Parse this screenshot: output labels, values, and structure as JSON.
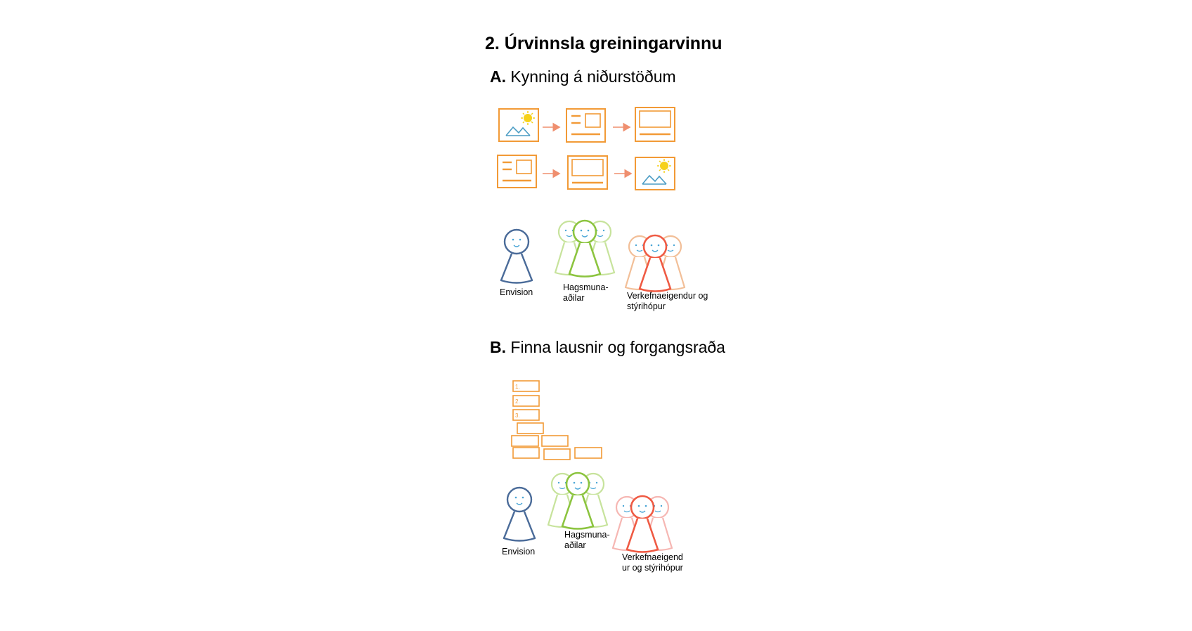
{
  "title": "2. Úrvinnsla greiningarvinnu",
  "section_a": {
    "letter": "A.",
    "text": "Kynning á niðurstöðum"
  },
  "section_b": {
    "letter": "B.",
    "text": "Finna lausnir og forgangsraða"
  },
  "people_a": {
    "envision": "Envision",
    "stakeholders": [
      "Hagsmuna-",
      "aðilar"
    ],
    "owners": [
      "Verkefnaeigendur og",
      "stýrihópur"
    ]
  },
  "people_b": {
    "envision": "Envision",
    "stakeholders": [
      "Hagsmuna-",
      "aðilar"
    ],
    "owners": [
      "Verkefnaeigend",
      "ur og stýrihópur"
    ]
  },
  "priority_numbers": [
    "1.",
    "2.",
    "3."
  ],
  "colors": {
    "orange": "#f29a36",
    "arrow": "#ef8f6f",
    "sun": "#f6d11a",
    "mountain": "#4a9cc4",
    "navy": "#4a6b99",
    "green": "#8cc43f",
    "green_light": "#c7e39c",
    "red": "#ef5a43",
    "peach": "#f2bf98",
    "pink": "#f6b7b3",
    "face": "#4aa6d6"
  }
}
